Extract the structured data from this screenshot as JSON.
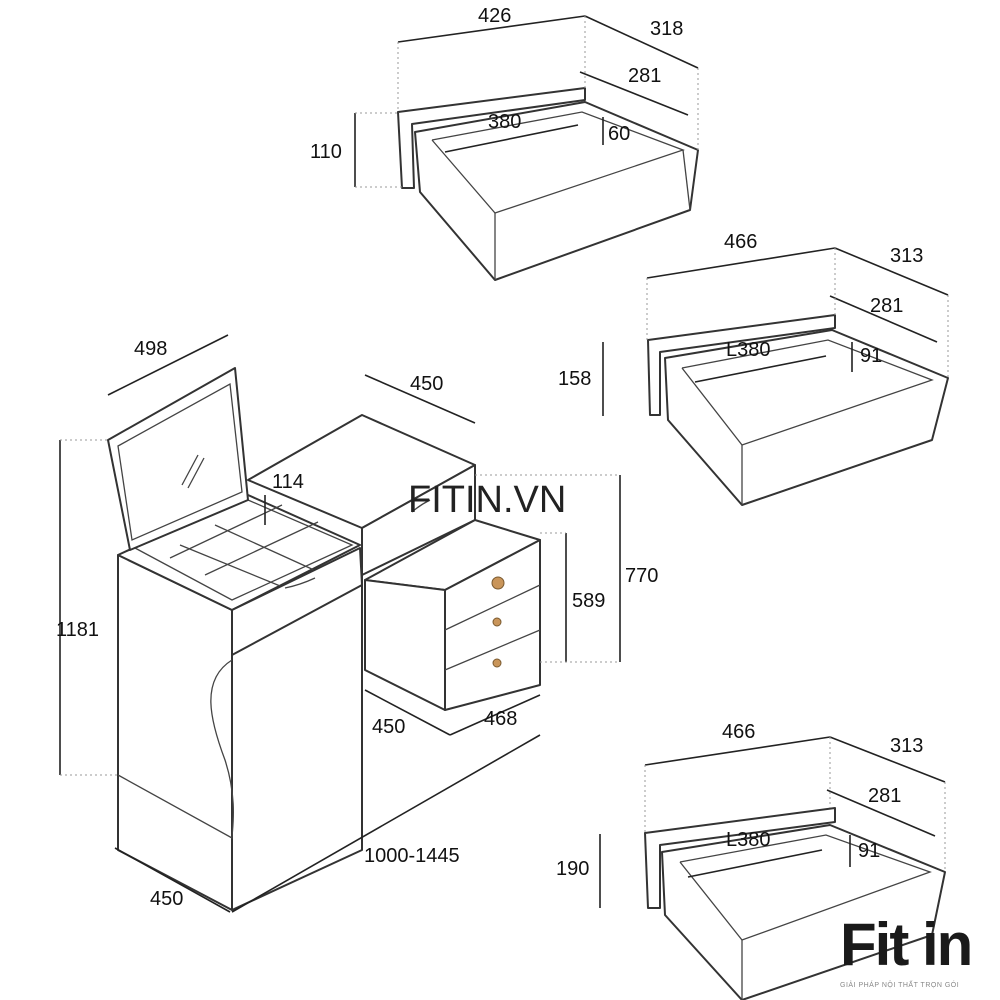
{
  "watermark": "FITIN.VN",
  "logo": {
    "word": "Fit in",
    "tagline": "GIẢI PHÁP NỘI THẤT TRỌN GÓI"
  },
  "drawer_top": {
    "width": "426",
    "depth": "318",
    "inner_depth": "281",
    "inner_length": "380",
    "inner_height": "60",
    "height": "110"
  },
  "drawer_middle": {
    "width": "466",
    "depth": "313",
    "inner_depth": "281",
    "inner_length": "L380",
    "inner_height": "91",
    "height": "158"
  },
  "drawer_bottom": {
    "width": "466",
    "depth": "313",
    "inner_depth": "281",
    "inner_length": "L380",
    "inner_height": "91",
    "height": "190"
  },
  "desk": {
    "mirror_width": "498",
    "top_depth": "450",
    "compartment_height": "114",
    "total_height": "1181",
    "cabinet_height": "770",
    "drawer_stack_height": "589",
    "cabinet_depth": "450",
    "cabinet_width": "468",
    "length": "1000-1445",
    "depth": "450"
  }
}
